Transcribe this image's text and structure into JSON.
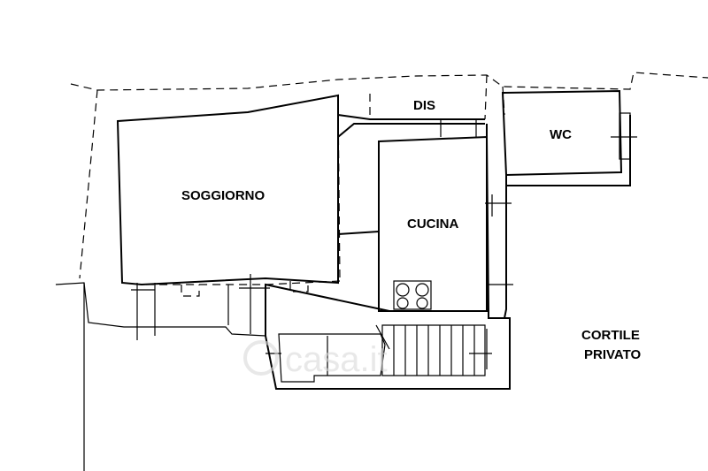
{
  "rooms": {
    "soggiorno": "SOGGIORNO",
    "dis": "DIS",
    "wc": "WC",
    "cucina": "CUCINA"
  },
  "outdoor": {
    "line1": "CORTILE",
    "line2": "PRIVATO"
  },
  "watermark": "casa.it"
}
